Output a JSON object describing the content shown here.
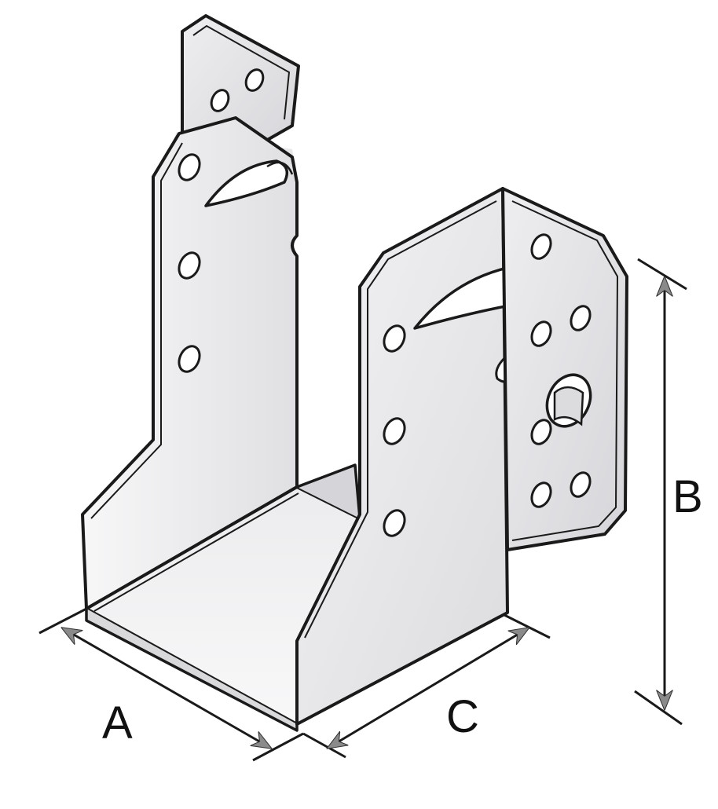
{
  "dimensions": {
    "a_label": "A",
    "b_label": "B",
    "c_label": "C"
  },
  "colors": {
    "outline": "#1a1a1a",
    "metal_light": "#f4f4f6",
    "metal_mid": "#e3e3e6",
    "metal_dark": "#c9c9cd",
    "inner_shadow": "#d2d2d6",
    "arrow_fill": "#8a8a8a"
  }
}
